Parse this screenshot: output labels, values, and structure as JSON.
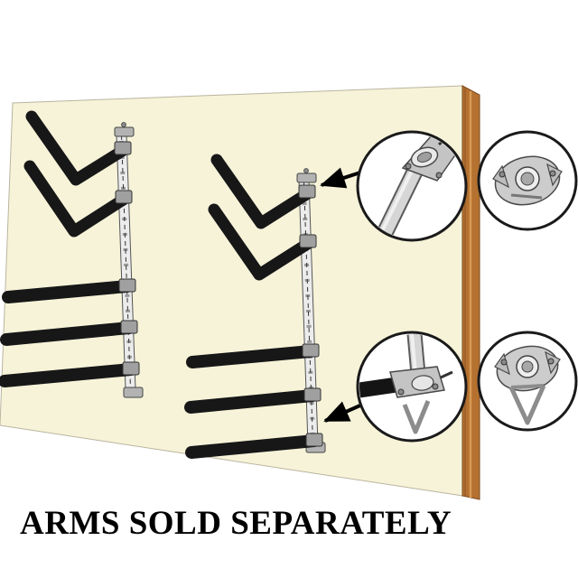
{
  "caption": {
    "text": "ARMS SOLD SEPARATELY",
    "color": "#000000"
  },
  "illustration": {
    "description_colors": {
      "wall_panel": "#f6f3d9",
      "panel_edge": "#b5712f",
      "panel_edge_highlight": "#d89a55",
      "arm": "#171717",
      "track": "#ececec",
      "hardware": "#c4c4c4",
      "outline": "#4a4a4a"
    },
    "racks": {
      "left_rack": {
        "v_arms": 2,
        "straight_arms": 3
      },
      "right_rack": {
        "v_arms": 2,
        "straight_arms": 3
      }
    },
    "callouts": [
      {
        "id": "arm-clamp-on-track-detail",
        "position": "top-left-circle"
      },
      {
        "id": "mount-bracket-top-view-detail",
        "position": "top-right-circle"
      },
      {
        "id": "arm-holder-clamp-detail",
        "position": "bottom-left-circle"
      },
      {
        "id": "mount-bracket-hook-detail",
        "position": "bottom-right-circle"
      }
    ],
    "pointer_arrows": 2
  }
}
